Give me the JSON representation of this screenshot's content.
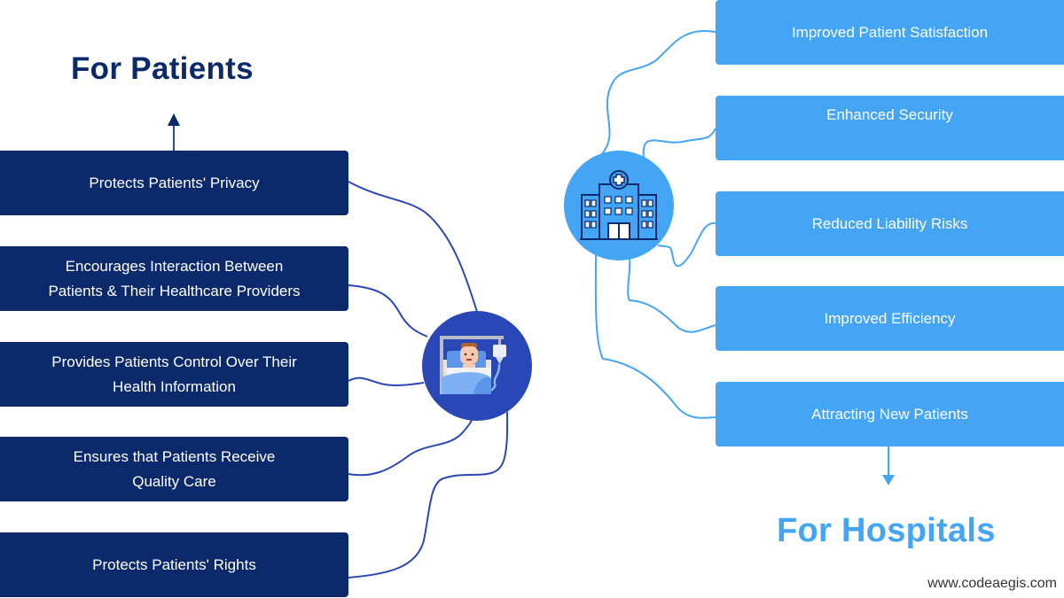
{
  "patients": {
    "title": "For Patients",
    "items": [
      {
        "label": "Protects Patients' Privacy"
      },
      {
        "label": "Encourages Interaction Between\nPatients & Their Healthcare Providers"
      },
      {
        "label": "Provides Patients Control Over Their\nHealth Information"
      },
      {
        "label": "Ensures that Patients Receive\nQuality Care"
      },
      {
        "label": "Protects Patients' Rights"
      }
    ],
    "hub_icon": "patient-in-bed-icon"
  },
  "hospitals": {
    "title": "For Hospitals",
    "items": [
      {
        "label": "Improved Patient Satisfaction"
      },
      {
        "label": "Enhanced Security"
      },
      {
        "label": "Reduced Liability Risks"
      },
      {
        "label": "Improved Efficiency"
      },
      {
        "label": "Attracting New Patients"
      }
    ],
    "hub_icon": "hospital-building-icon"
  },
  "colors": {
    "patients_primary": "#0c2a6b",
    "patients_hub": "#2a47b7",
    "patients_line": "#2a47b7",
    "hospitals_primary": "#45a5f5"
  },
  "footer": {
    "website": "www.codeaegis.com"
  }
}
